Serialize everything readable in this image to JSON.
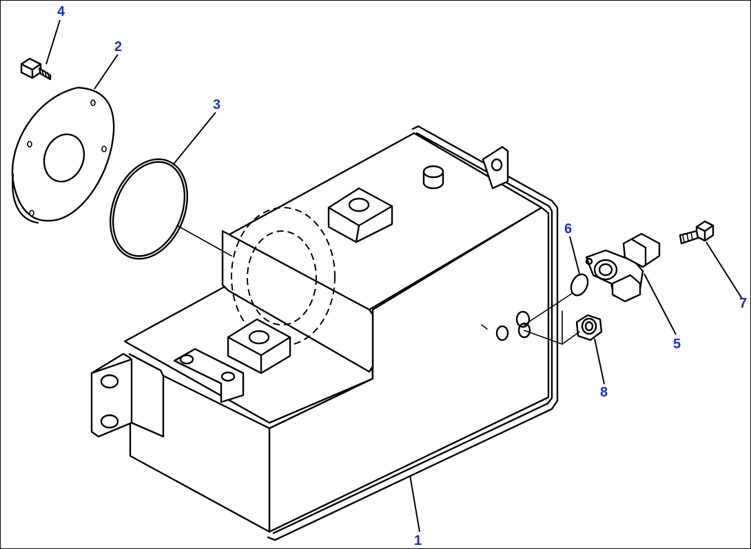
{
  "callouts": {
    "part_1": "1",
    "part_2": "2",
    "part_3": "3",
    "part_4": "4",
    "part_5": "5",
    "part_6": "6",
    "part_7": "7",
    "part_8": "8"
  },
  "colors": {
    "callout_text": "#1a2ec9",
    "line_art": "#000000",
    "background": "#ffffff"
  }
}
